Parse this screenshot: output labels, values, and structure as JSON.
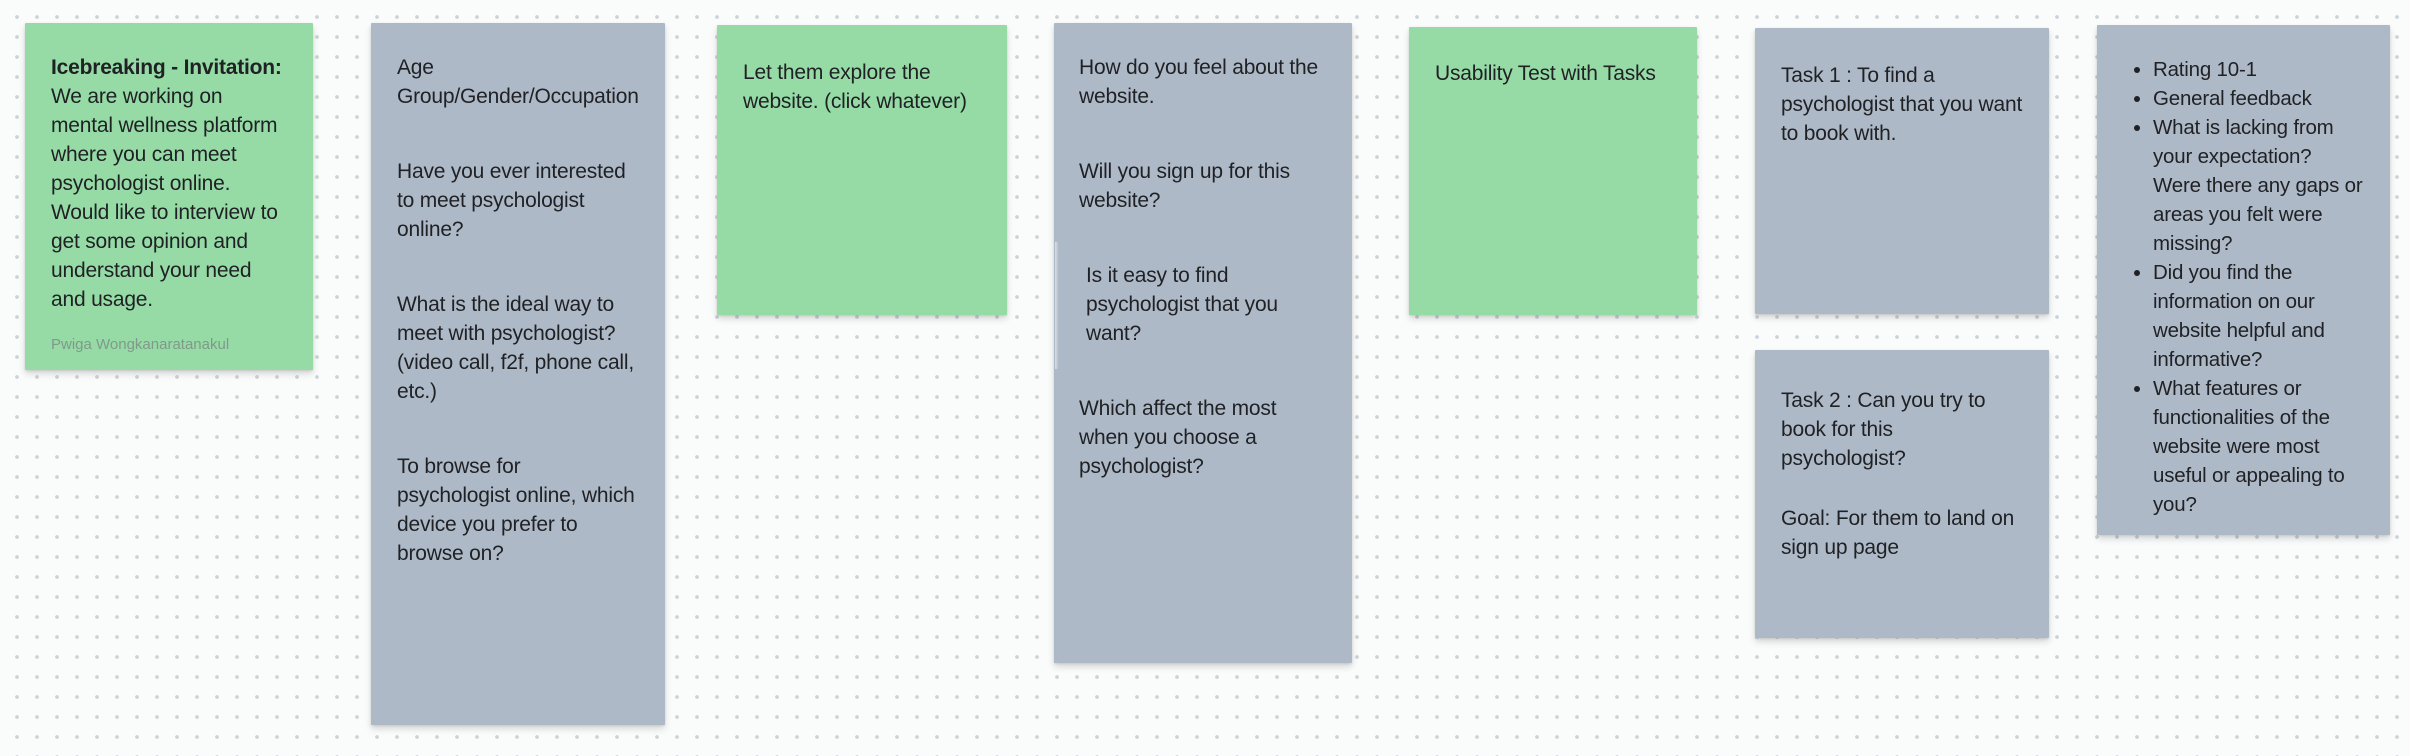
{
  "canvas": {
    "type": "whiteboard-dot-grid",
    "background_color": "#fafbfb",
    "dot_color": "#cdd3d9"
  },
  "colors": {
    "sticky_green": "#96dba6",
    "sticky_blue_gray": "#aeb9c8",
    "text": "#1f2124",
    "author_text": "#7f9a89"
  },
  "notes": [
    {
      "id": "icebreaking",
      "color": "green",
      "title": "Icebreaking - Invitation:",
      "paragraphs": [
        "We are working on mental wellness platform where you can meet psychologist online. Would like to interview to get some opinion and understand your need and usage."
      ],
      "author": "Pwiga Wongkanaratanakul"
    },
    {
      "id": "participant-questions",
      "color": "blue-gray",
      "paragraphs": [
        "Age Group/Gender/Occupation",
        "Have you ever interested to meet psychologist online?",
        "What is the ideal way to meet with psychologist? (video call, f2f, phone call, etc.)",
        "To browse for psychologist online, which device you prefer to browse on?"
      ]
    },
    {
      "id": "explore-website",
      "color": "green",
      "paragraphs": [
        "Let them explore the website. (click whatever)"
      ]
    },
    {
      "id": "website-questions",
      "color": "blue-gray",
      "paragraphs": [
        "How do you feel about the website.",
        "Will you sign up for this website?",
        "Is it easy to find psychologist that you want?",
        "Which affect the most when you choose a psychologist?"
      ]
    },
    {
      "id": "usability-test",
      "color": "green",
      "paragraphs": [
        "Usability Test with Tasks"
      ]
    },
    {
      "id": "task-1",
      "color": "blue-gray",
      "paragraphs": [
        "Task 1 : To find a psychologist that you want to book with."
      ]
    },
    {
      "id": "task-2",
      "color": "blue-gray",
      "paragraphs": [
        "Task 2 : Can you try to book for this psychologist?",
        "Goal: For them to land on sign up page"
      ]
    },
    {
      "id": "feedback-questions",
      "color": "blue-gray",
      "bullets": [
        "Rating 10-1",
        "General feedback",
        "What is lacking from your expectation? Were there any gaps or areas you felt were missing?",
        "Did you find the information on our website helpful and informative?",
        "What features or functionalities of the website were most useful or appealing to you?"
      ]
    }
  ]
}
